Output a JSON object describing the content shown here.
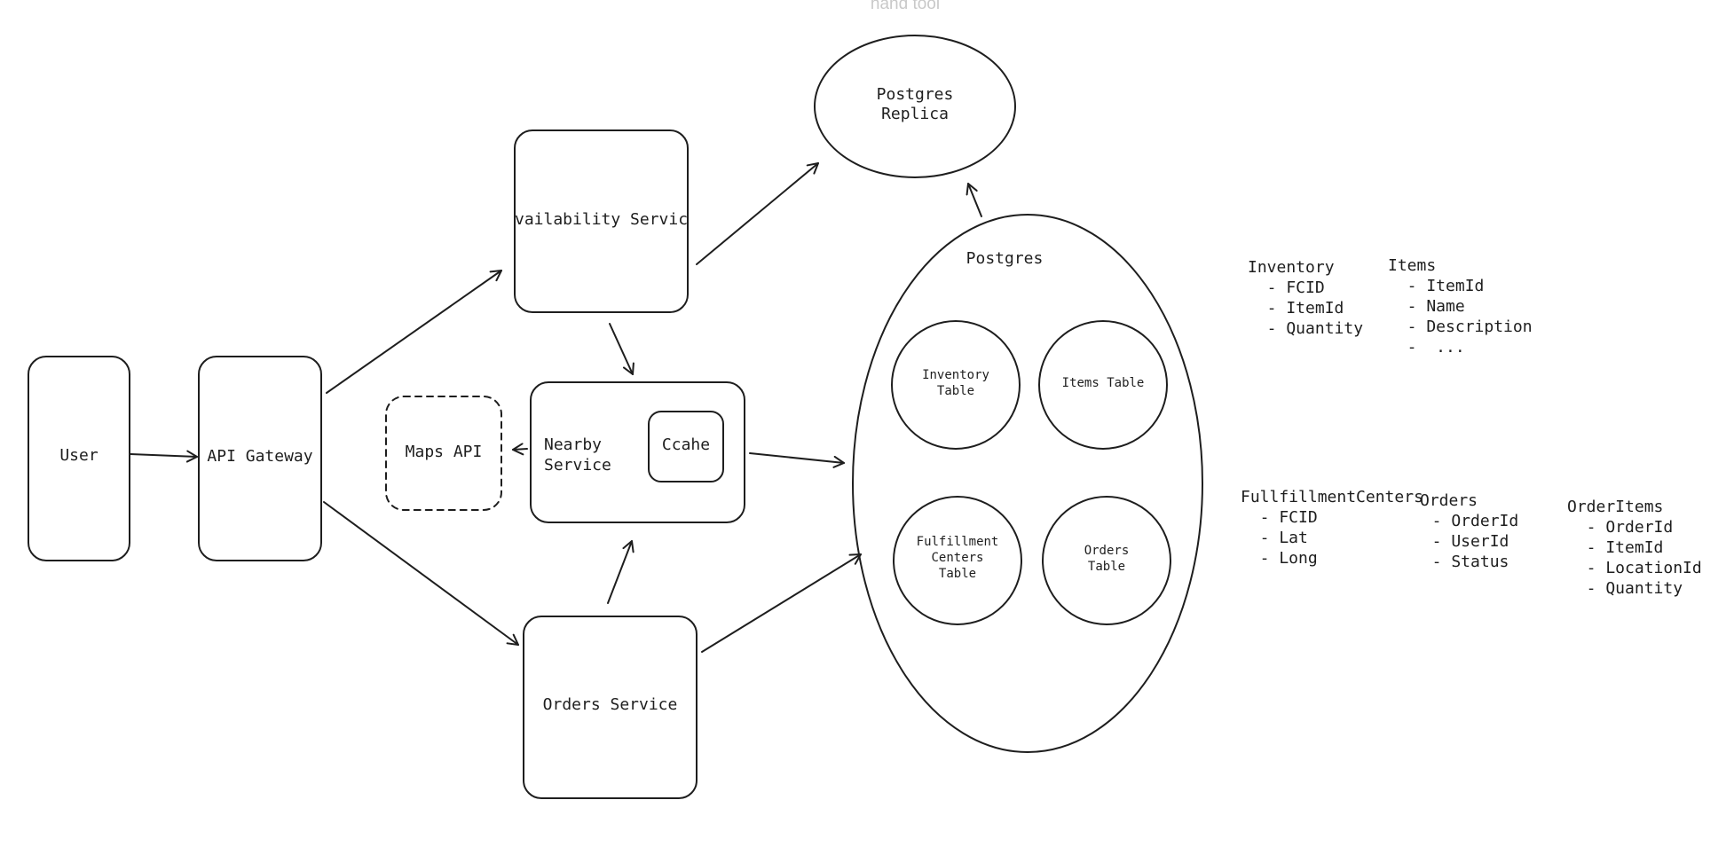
{
  "toolbar_hint": "hand tool",
  "nodes": {
    "user": "User",
    "api_gateway": "API Gateway",
    "availability_service": "vailability Servic",
    "nearby_service": "Nearby\nService",
    "cache": "Ccahe",
    "maps_api": "Maps API",
    "orders_service": "Orders Service",
    "postgres_replica": "Postgres\nReplica",
    "postgres": "Postgres",
    "inventory_table": "Inventory\nTable",
    "items_table": "Items Table",
    "fulfillment_table": "Fulfillment\nCenters\nTable",
    "orders_table": "Orders\nTable"
  },
  "schemas": {
    "inventory": {
      "title": "Inventory",
      "fields": "  - FCID\n  - ItemId\n  - Quantity"
    },
    "items": {
      "title": "Items",
      "fields": "  - ItemId\n  - Name\n  - Description\n  -  ..."
    },
    "fulfillment_centers": {
      "title": "FullfillmentCenters",
      "fields": "  - FCID\n  - Lat\n  - Long"
    },
    "orders": {
      "title": "Orders",
      "fields": "  - OrderId\n  - UserId\n  - Status"
    },
    "order_items": {
      "title": "OrderItems",
      "fields": "  - OrderId\n  - ItemId\n  - LocationId\n  - Quantity"
    }
  }
}
